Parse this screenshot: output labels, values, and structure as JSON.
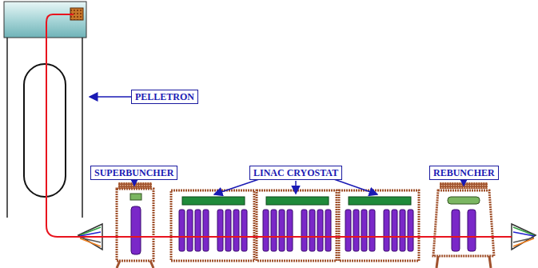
{
  "diagram": {
    "nodes": [
      {
        "text": [
          "PELLETRON"
        ]
      },
      {
        "text": [
          "SUPERBUNCHER"
        ]
      },
      {
        "text": [
          "LINAC CRYOSTAT"
        ]
      },
      {
        "text": [
          "REBUNCHER"
        ]
      }
    ]
  }
}
